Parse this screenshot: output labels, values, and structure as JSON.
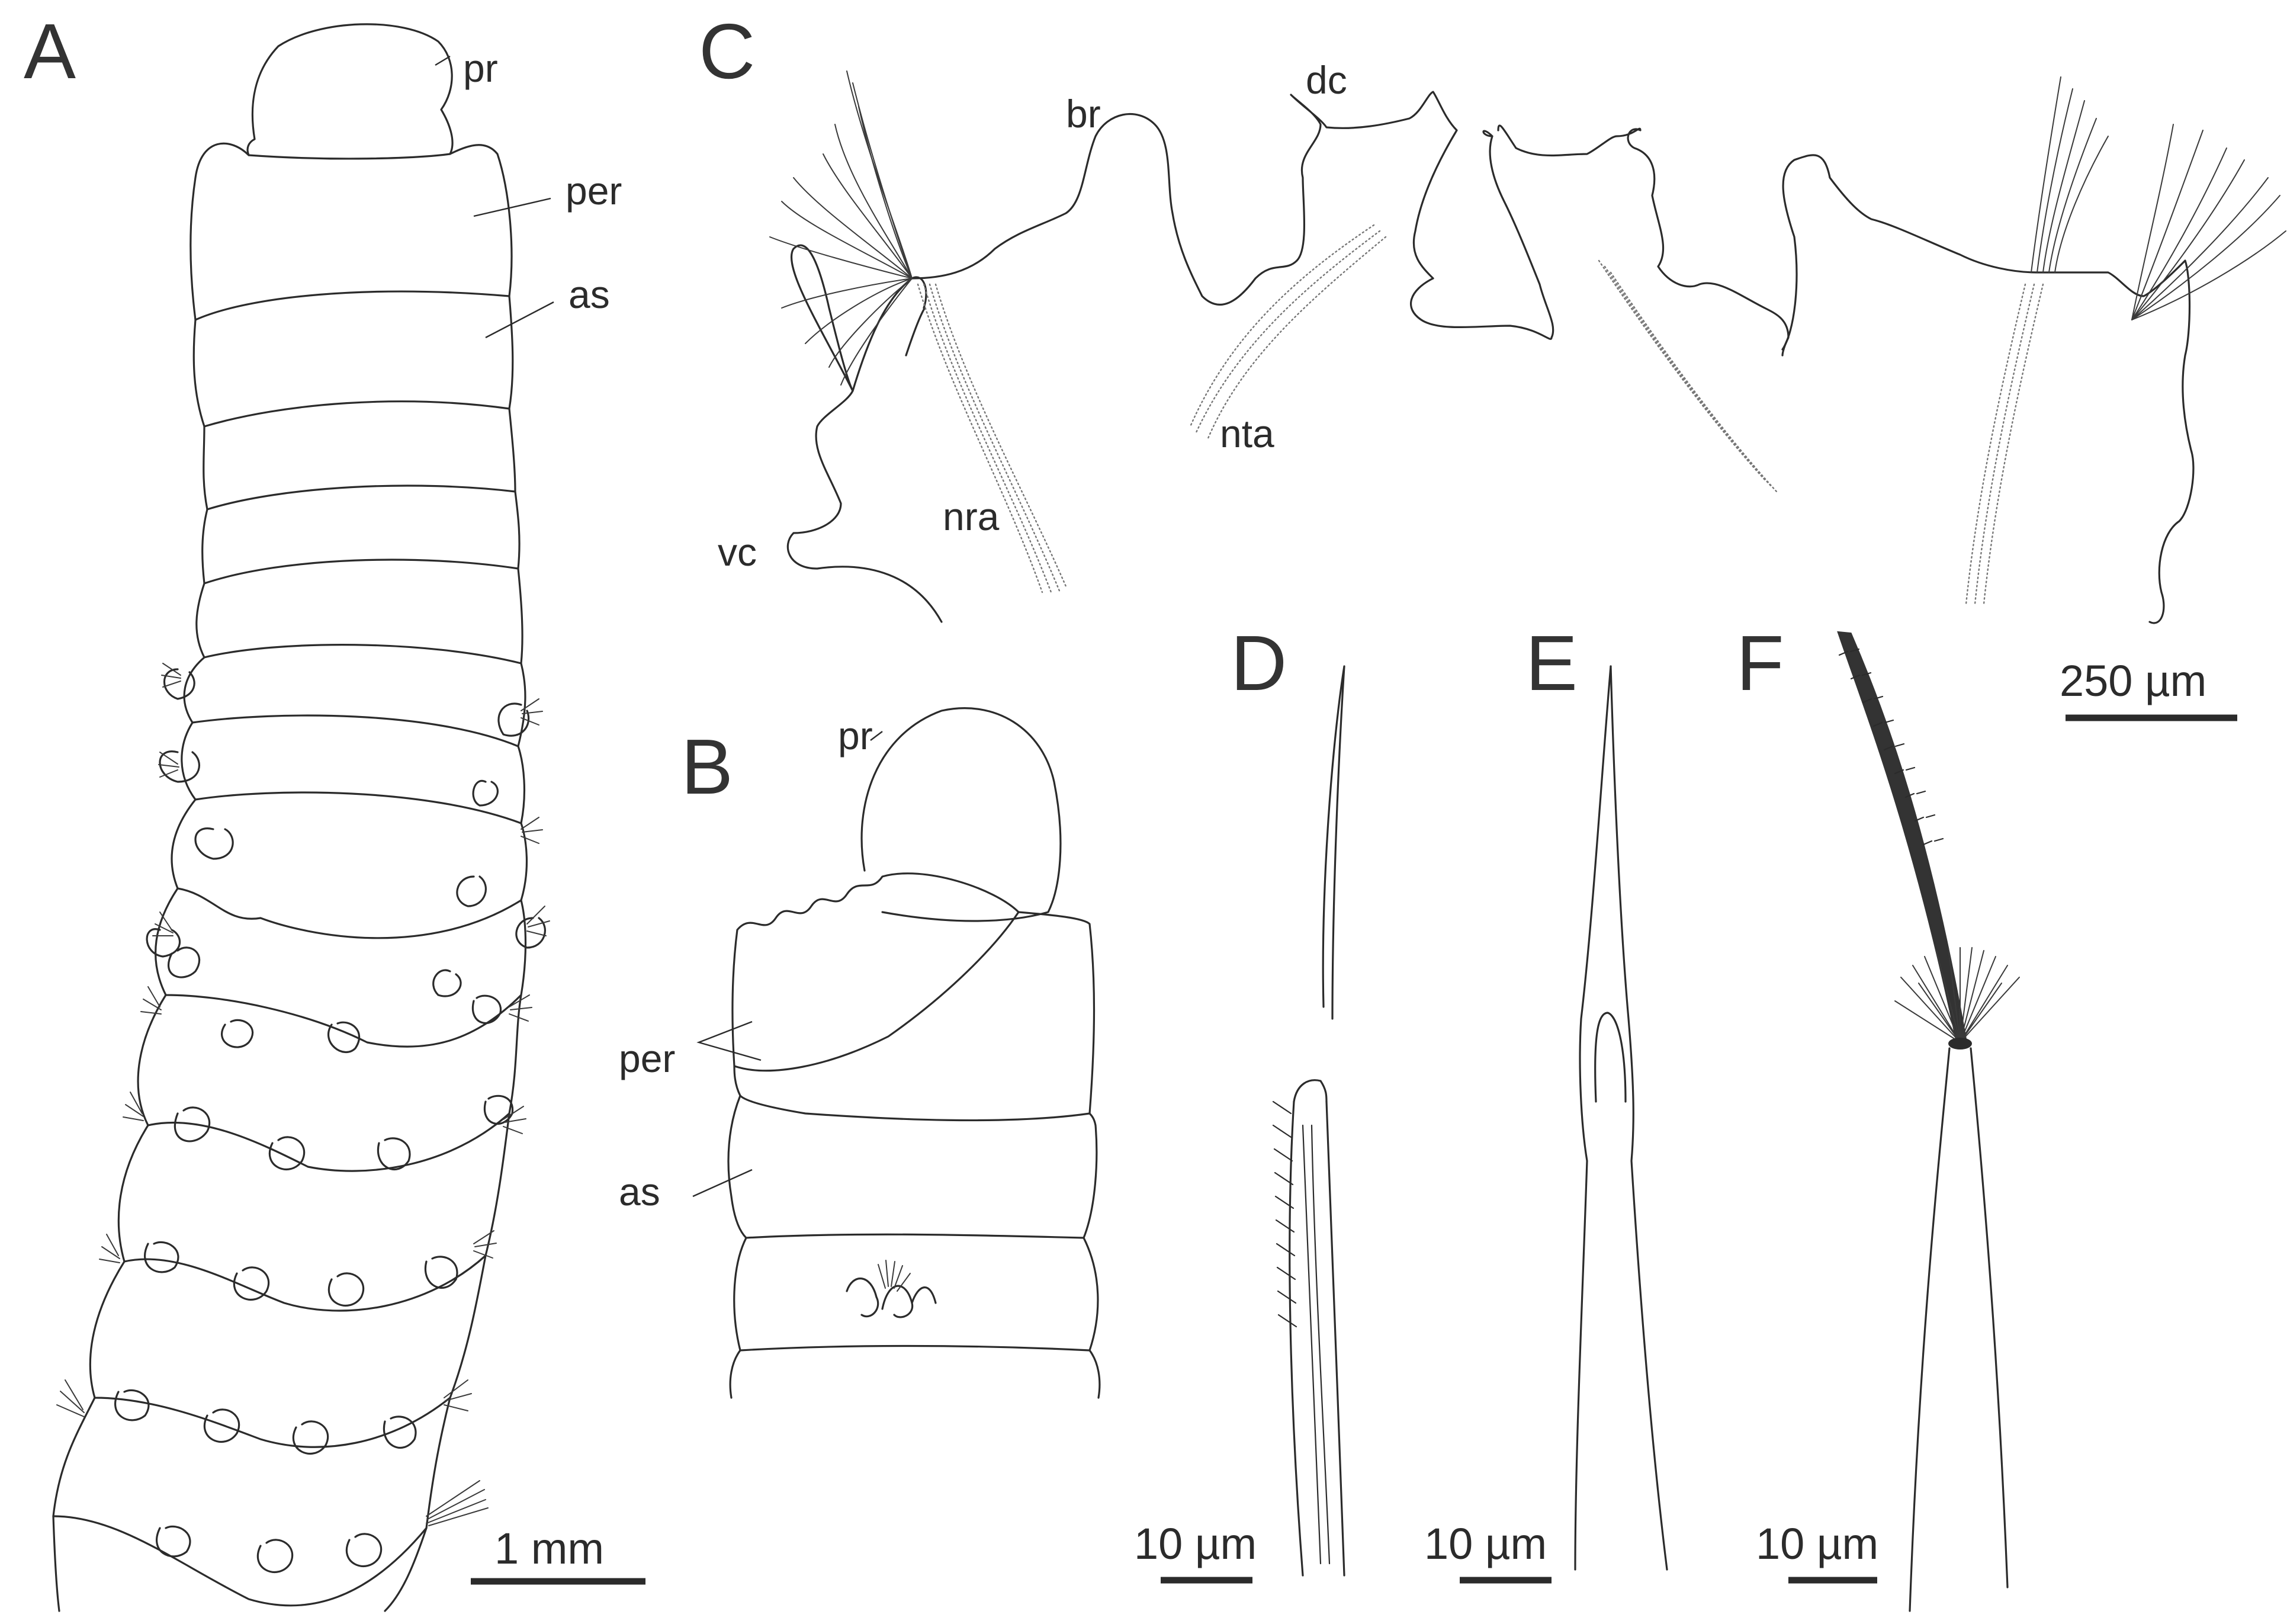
{
  "panels": {
    "A": {
      "letter": "A",
      "labels": {
        "pr": "pr",
        "per": "per",
        "as": "as"
      },
      "scale": "1 mm"
    },
    "B": {
      "letter": "B",
      "labels": {
        "pr": "pr",
        "per": "per",
        "as": "as"
      }
    },
    "C": {
      "letter": "C",
      "labels": {
        "br": "br",
        "dc": "dc",
        "vc": "vc",
        "nra": "nra",
        "nta": "nta"
      },
      "scale": "250 µm"
    },
    "D": {
      "letter": "D",
      "scale": "10 µm"
    },
    "E": {
      "letter": "E",
      "scale": "10 µm"
    },
    "F": {
      "letter": "F",
      "scale": "10 µm"
    }
  },
  "colors": {
    "line": "#2b2b2b",
    "text": "#333333",
    "dotted": "#777777",
    "background": "#ffffff"
  }
}
